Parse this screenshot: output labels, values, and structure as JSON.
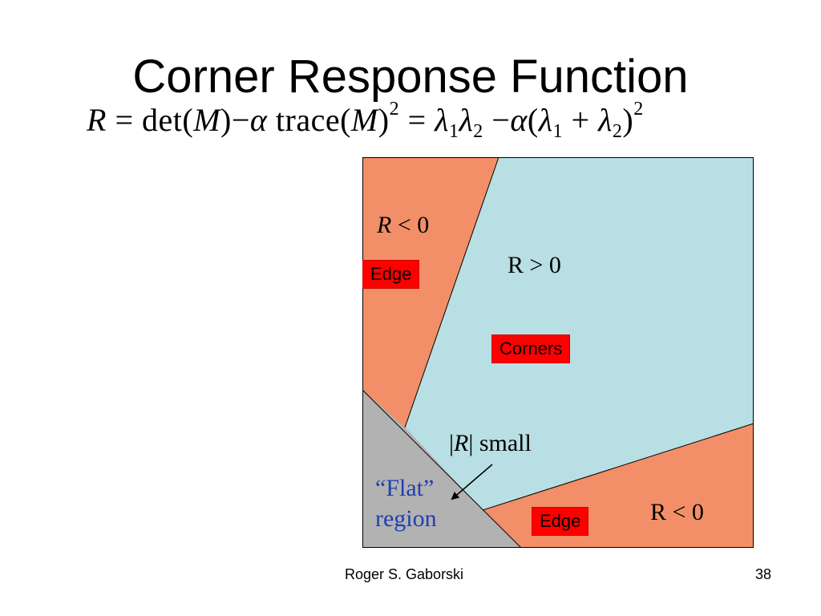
{
  "slide": {
    "title": "Corner Response Function",
    "formula": {
      "R": "R",
      "eq1": "=",
      "det": "det(",
      "M1": "M",
      "close1": ")",
      "minus1": "−",
      "alpha1": "α",
      "trace": "trace(",
      "M2": "M",
      "close2": ")",
      "sq1": "2",
      "eq2": "=",
      "lambda1": "λ",
      "sub1": "1",
      "lambda2": "λ",
      "sub2": "2",
      "minus2": "−",
      "alpha2": "α",
      "open3": "(",
      "lambda3": "λ",
      "sub3": "1",
      "plus": "+",
      "lambda4": "λ",
      "sub4": "2",
      "close3": ")",
      "sq2": "2"
    },
    "diagram": {
      "label_r_neg_top_var": "R",
      "label_r_neg_top_rest": "< 0",
      "label_r_pos": "R > 0",
      "label_small_bar1": "|",
      "label_small_var": "R",
      "label_small_rest": "| small",
      "label_r_neg_bottom": "R < 0",
      "badge_edge_top": "Edge",
      "badge_corners": "Corners",
      "badge_edge_bottom": "Edge",
      "flat_line1": "“Flat”",
      "flat_line2": "region",
      "colors": {
        "edge_region": "#f28f68",
        "corner_region": "#b8dfe3",
        "flat_region": "#b2b2b2",
        "badge": "#ff0000",
        "flat_text": "#1f3fb3"
      }
    },
    "footer": {
      "author": "Roger S. Gaborski",
      "page_number": "38"
    }
  }
}
